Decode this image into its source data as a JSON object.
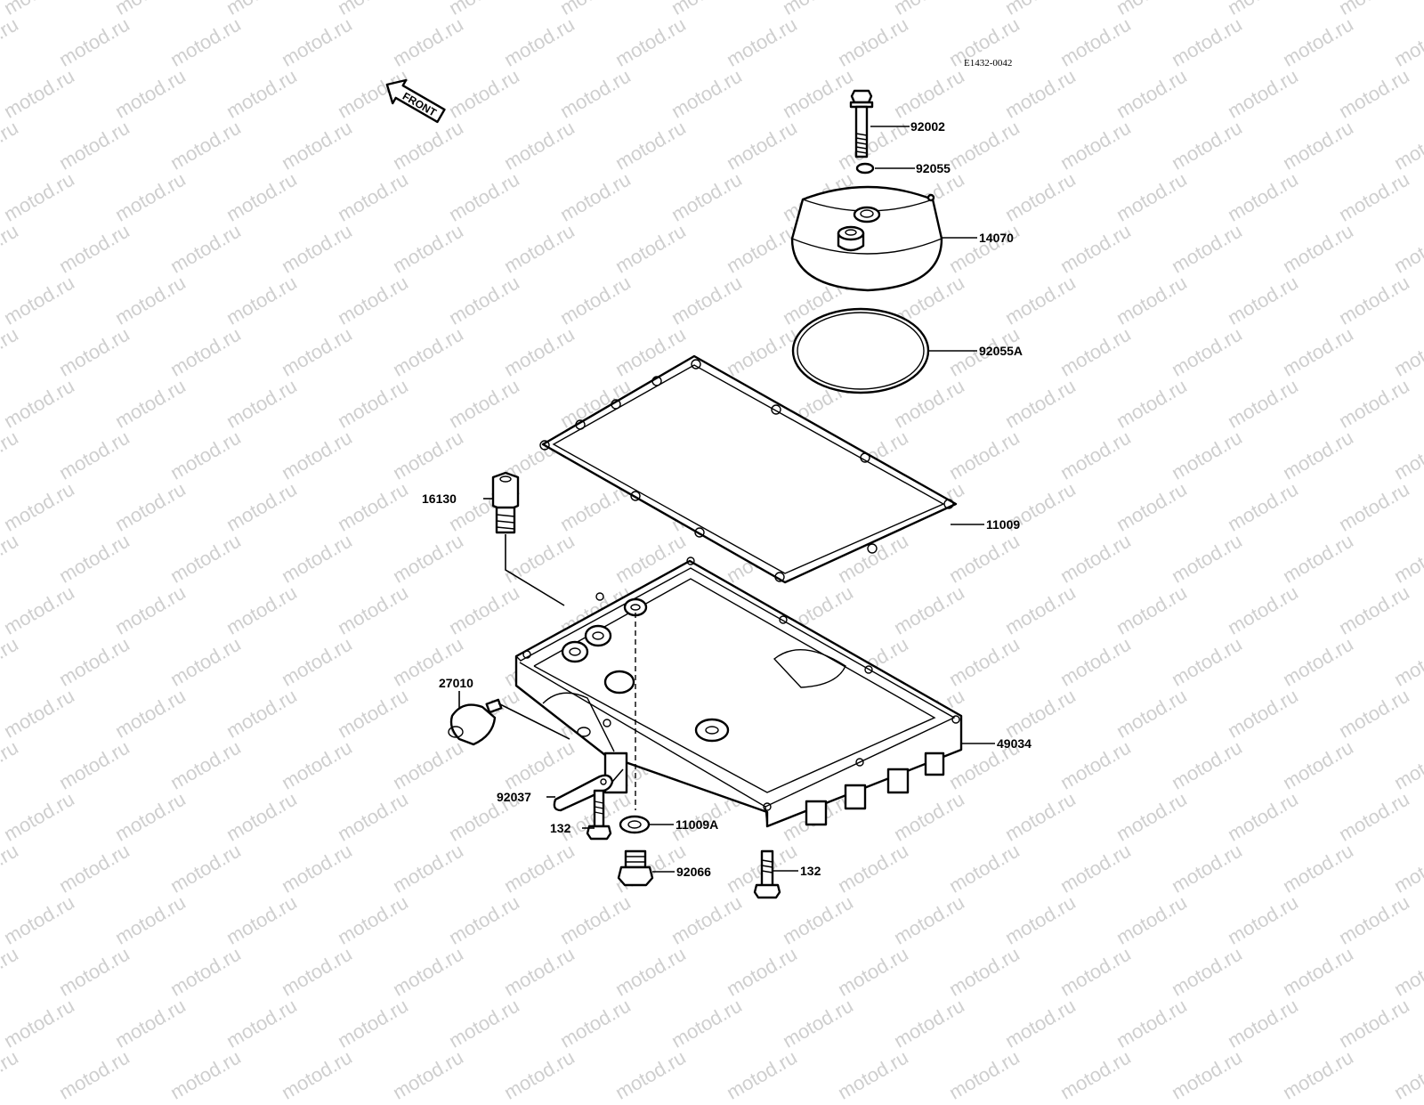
{
  "watermark": {
    "text": "motod.ru"
  },
  "diagram_ref": "E1432-0042",
  "front_arrow_label": "FRONT",
  "parts": [
    {
      "id": "p92002",
      "number": "92002"
    },
    {
      "id": "p92055",
      "number": "92055"
    },
    {
      "id": "p14070",
      "number": "14070"
    },
    {
      "id": "p92055A",
      "number": "92055A"
    },
    {
      "id": "p11009",
      "number": "11009"
    },
    {
      "id": "p16130",
      "number": "16130"
    },
    {
      "id": "p27010",
      "number": "27010"
    },
    {
      "id": "p49034",
      "number": "49034"
    },
    {
      "id": "p92037",
      "number": "92037"
    },
    {
      "id": "p132a",
      "number": "132"
    },
    {
      "id": "p11009A",
      "number": "11009A"
    },
    {
      "id": "p92066",
      "number": "92066"
    },
    {
      "id": "p132b",
      "number": "132"
    }
  ]
}
